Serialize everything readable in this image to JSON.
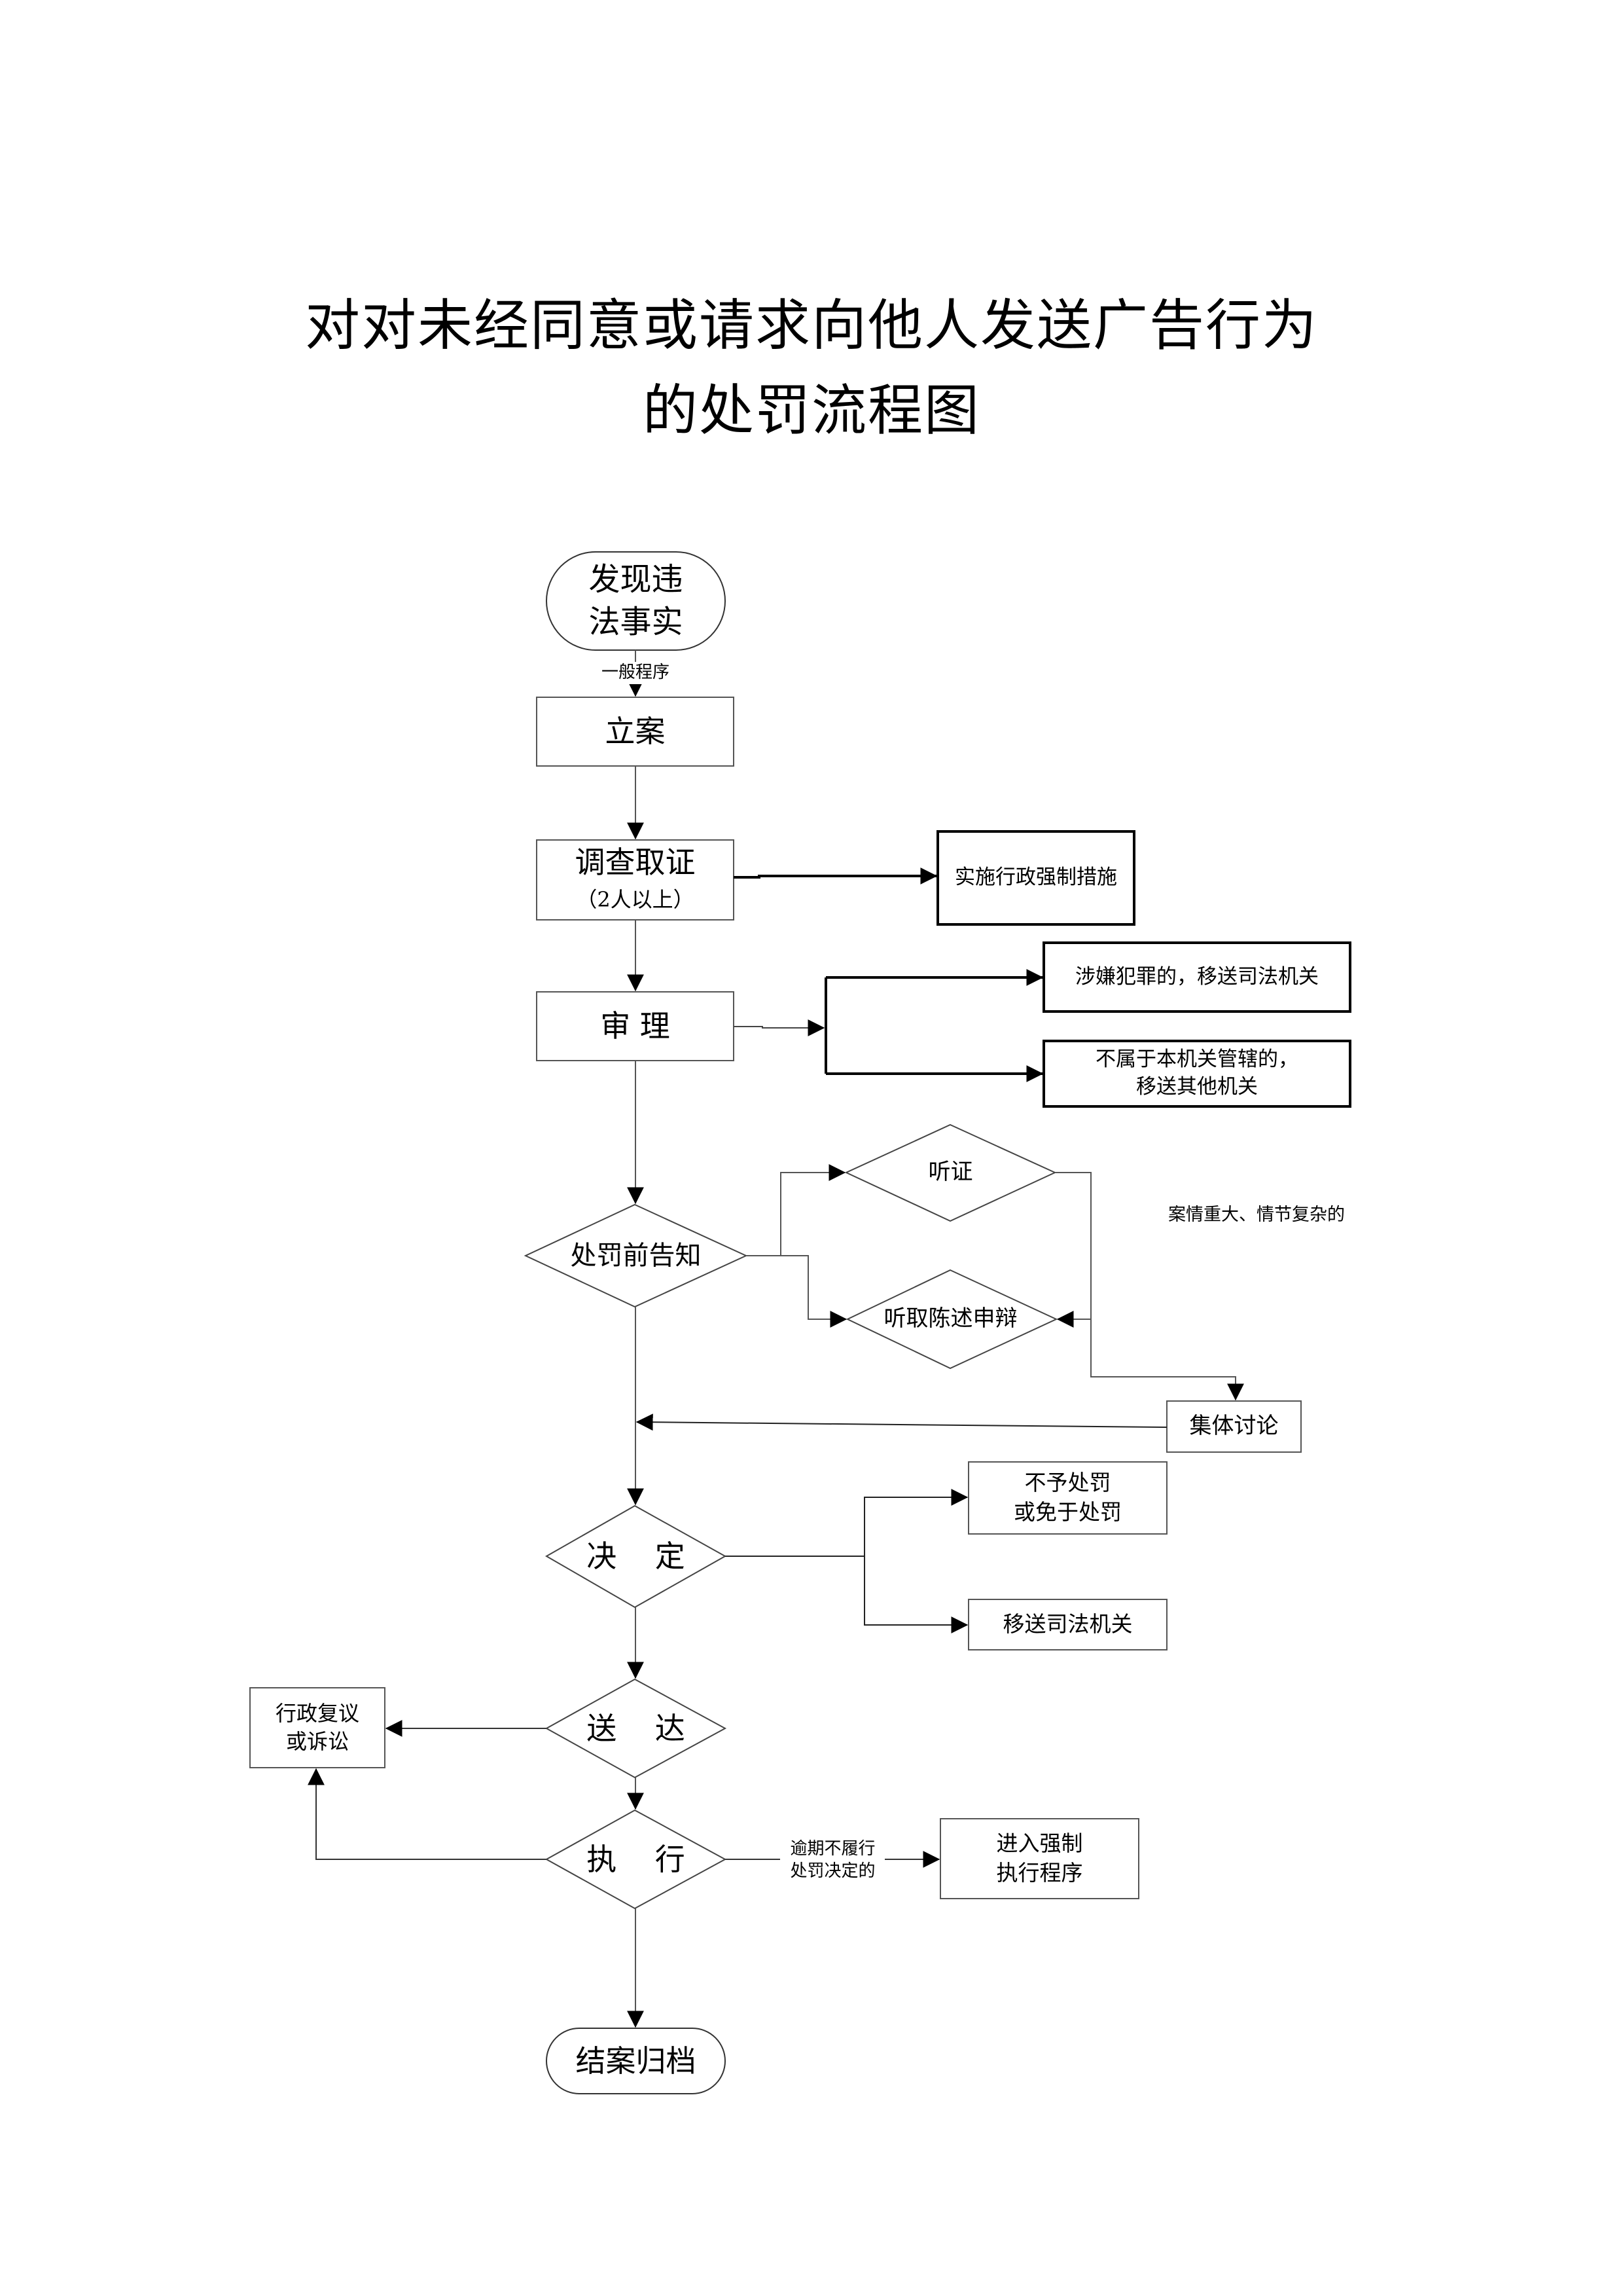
{
  "title": {
    "line1": "对对未经同意或请求向他人发送广告行为",
    "line2": "的处罚流程图"
  },
  "nodes": {
    "start": "发现违\n法事实",
    "filing": "立案",
    "investigation": "调查取证",
    "investigation_note": "（2人以上）",
    "coercive_measures": "实施行政强制措施",
    "review": "审  理",
    "transfer_judicial_crime": "涉嫌犯罪的，移送司法机关",
    "transfer_other": "不属于本机关管辖的，\n移送其他机关",
    "pre_notice": "处罚前告知",
    "hearing": "听证",
    "statement_defense": "听取陈述申辩",
    "collective_discussion": "集体讨论",
    "decision": "决    定",
    "no_penalty": "不予处罚\n或免于处罚",
    "transfer_judicial": "移送司法机关",
    "service": "送    达",
    "reconsideration": "行政复议\n或诉讼",
    "execution": "执    行",
    "enforcement": "进入强制\n执行程序",
    "close": "结案归档"
  },
  "edge_labels": {
    "general_procedure": "一般程序",
    "serious_complex": "案情重大、情节复杂的",
    "overdue": "逾期不履行\n处罚决定的"
  },
  "colors": {
    "line": "#555555",
    "line_bold": "#000000",
    "text": "#000000",
    "background": "#ffffff"
  }
}
